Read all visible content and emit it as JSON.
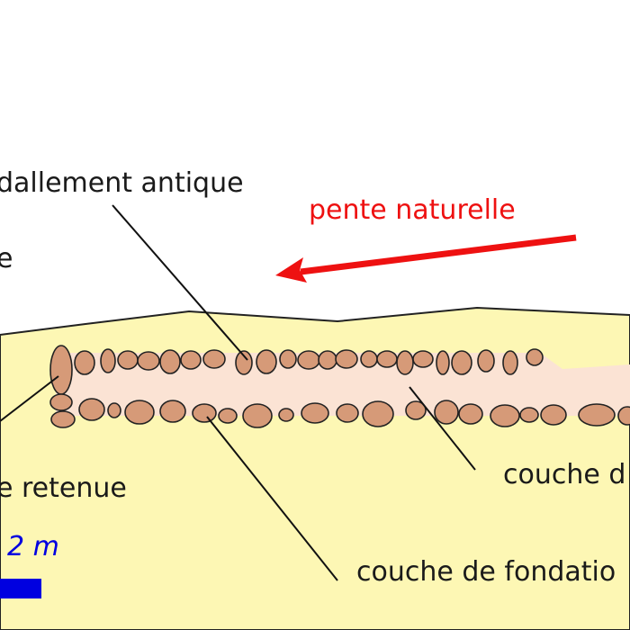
{
  "labels": {
    "ancient_paving": "dallement antique",
    "natural_slope": "pente naturelle",
    "partial_left": "e",
    "retaining": "e retenue",
    "layer_cut": "couche d",
    "foundation_layer": "couche de fondatio",
    "scale": "2 m"
  },
  "colors": {
    "sky": "#ffffff",
    "soil": "#fdf7b4",
    "soil_outline": "#222222",
    "stone_fill": "#d69a78",
    "stone_stroke": "#222222",
    "mortar_band": "#fbe3d4",
    "arrow": "#ee1111",
    "scale": "#0000e0"
  },
  "icons": {
    "slope_arrow": "arrow-left-icon"
  }
}
